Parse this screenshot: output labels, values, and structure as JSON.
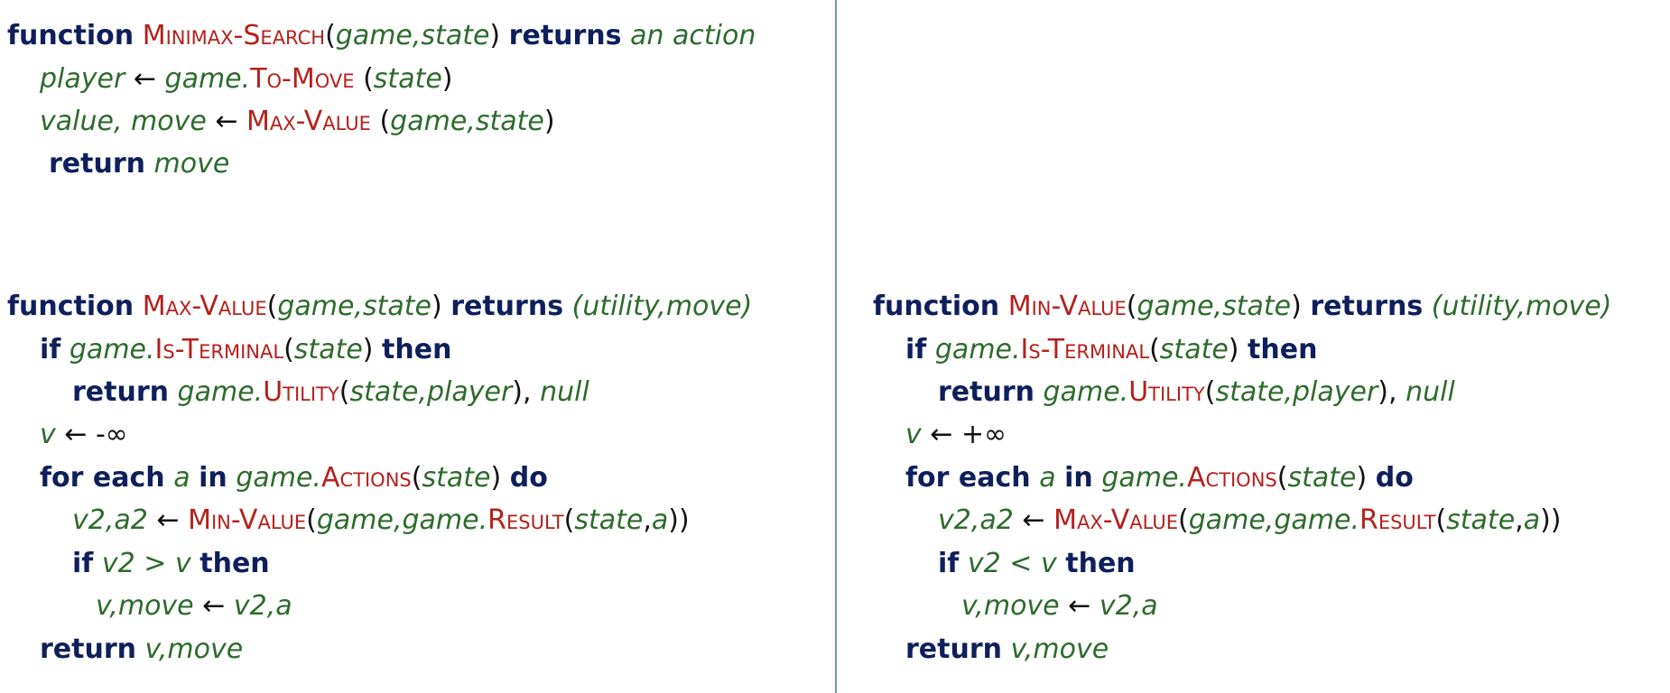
{
  "minimax_search": [
    [
      [
        "kw",
        "function"
      ],
      [
        "pl",
        " "
      ],
      [
        "fn",
        "Minimax-Search"
      ],
      [
        "pl",
        "("
      ],
      [
        "var",
        "game,state"
      ],
      [
        "pl",
        ") "
      ],
      [
        "kw",
        "returns"
      ],
      [
        "pl",
        " "
      ],
      [
        "var",
        "an action"
      ]
    ],
    [
      [
        "var",
        "player"
      ],
      [
        "pl",
        " ← "
      ],
      [
        "var",
        "game."
      ],
      [
        "fn",
        "To-Move"
      ],
      [
        "pl",
        " ("
      ],
      [
        "var",
        "state"
      ],
      [
        "pl",
        ")"
      ]
    ],
    [
      [
        "var",
        "value, move"
      ],
      [
        "pl",
        " ← "
      ],
      [
        "fn",
        "Max-Value"
      ],
      [
        "pl",
        " ("
      ],
      [
        "var",
        "game,state"
      ],
      [
        "pl",
        ")"
      ]
    ],
    [
      [
        "kw",
        "return"
      ],
      [
        "pl",
        " "
      ],
      [
        "var",
        "move"
      ]
    ]
  ],
  "max_value": [
    [
      [
        "kw",
        "function"
      ],
      [
        "pl",
        " "
      ],
      [
        "fn",
        "Max-Value"
      ],
      [
        "pl",
        "("
      ],
      [
        "var",
        "game,state"
      ],
      [
        "pl",
        ") "
      ],
      [
        "kw",
        "returns"
      ],
      [
        "pl",
        " "
      ],
      [
        "var",
        "(utility,move)"
      ]
    ],
    [
      [
        "kw",
        "if"
      ],
      [
        "pl",
        " "
      ],
      [
        "var",
        "game."
      ],
      [
        "fn",
        "Is-Terminal"
      ],
      [
        "pl",
        "("
      ],
      [
        "var",
        "state"
      ],
      [
        "pl",
        ") "
      ],
      [
        "kw",
        "then"
      ]
    ],
    [
      [
        "kw",
        "return"
      ],
      [
        "pl",
        " "
      ],
      [
        "var",
        "game."
      ],
      [
        "fn",
        "Utility"
      ],
      [
        "pl",
        "("
      ],
      [
        "var",
        "state,player"
      ],
      [
        "pl",
        "), "
      ],
      [
        "var",
        "null"
      ]
    ],
    [
      [
        "var",
        "v"
      ],
      [
        "pl",
        " ← -∞"
      ]
    ],
    [
      [
        "kw",
        "for each"
      ],
      [
        "pl",
        " "
      ],
      [
        "var",
        "a"
      ],
      [
        "pl",
        " "
      ],
      [
        "kw",
        "in"
      ],
      [
        "pl",
        " "
      ],
      [
        "var",
        "game."
      ],
      [
        "fn",
        "Actions"
      ],
      [
        "pl",
        "("
      ],
      [
        "var",
        "state"
      ],
      [
        "pl",
        ") "
      ],
      [
        "kw",
        "do"
      ]
    ],
    [
      [
        "var",
        "v2,a2"
      ],
      [
        "pl",
        " ← "
      ],
      [
        "fn",
        "Min-Value"
      ],
      [
        "pl",
        "("
      ],
      [
        "var",
        "game,game."
      ],
      [
        "fn",
        "Result"
      ],
      [
        "pl",
        "("
      ],
      [
        "var",
        "state"
      ],
      [
        "pl",
        ","
      ],
      [
        "var",
        "a"
      ],
      [
        "pl",
        "))"
      ]
    ],
    [
      [
        "kw",
        "if"
      ],
      [
        "pl",
        " "
      ],
      [
        "var",
        "v2 > v"
      ],
      [
        "pl",
        " "
      ],
      [
        "kw",
        "then"
      ]
    ],
    [
      [
        "var",
        "v,move"
      ],
      [
        "pl",
        " ← "
      ],
      [
        "var",
        "v2,a"
      ]
    ],
    [
      [
        "kw",
        "return"
      ],
      [
        "pl",
        " "
      ],
      [
        "var",
        "v,move"
      ]
    ]
  ],
  "min_value": [
    [
      [
        "kw",
        "function"
      ],
      [
        "pl",
        " "
      ],
      [
        "fn",
        "Min-Value"
      ],
      [
        "pl",
        "("
      ],
      [
        "var",
        "game,state"
      ],
      [
        "pl",
        ") "
      ],
      [
        "kw",
        "returns"
      ],
      [
        "pl",
        " "
      ],
      [
        "var",
        "(utility,move)"
      ]
    ],
    [
      [
        "kw",
        "if"
      ],
      [
        "pl",
        " "
      ],
      [
        "var",
        "game."
      ],
      [
        "fn",
        "Is-Terminal"
      ],
      [
        "pl",
        "("
      ],
      [
        "var",
        "state"
      ],
      [
        "pl",
        ") "
      ],
      [
        "kw",
        "then"
      ]
    ],
    [
      [
        "kw",
        "return"
      ],
      [
        "pl",
        " "
      ],
      [
        "var",
        "game."
      ],
      [
        "fn",
        "Utility"
      ],
      [
        "pl",
        "("
      ],
      [
        "var",
        "state,player"
      ],
      [
        "pl",
        "), "
      ],
      [
        "var",
        "null"
      ]
    ],
    [
      [
        "var",
        "v"
      ],
      [
        "pl",
        " ← +∞"
      ]
    ],
    [
      [
        "kw",
        "for each"
      ],
      [
        "pl",
        " "
      ],
      [
        "var",
        "a"
      ],
      [
        "pl",
        " "
      ],
      [
        "kw",
        "in"
      ],
      [
        "pl",
        " "
      ],
      [
        "var",
        "game."
      ],
      [
        "fn",
        "Actions"
      ],
      [
        "pl",
        "("
      ],
      [
        "var",
        "state"
      ],
      [
        "pl",
        ") "
      ],
      [
        "kw",
        "do"
      ]
    ],
    [
      [
        "var",
        "v2,a2"
      ],
      [
        "pl",
        " ← "
      ],
      [
        "fn",
        "Max-Value"
      ],
      [
        "pl",
        "("
      ],
      [
        "var",
        "game,game."
      ],
      [
        "fn",
        "Result"
      ],
      [
        "pl",
        "("
      ],
      [
        "var",
        "state"
      ],
      [
        "pl",
        ","
      ],
      [
        "var",
        "a"
      ],
      [
        "pl",
        "))"
      ]
    ],
    [
      [
        "kw",
        "if"
      ],
      [
        "pl",
        " "
      ],
      [
        "var",
        "v2 < v"
      ],
      [
        "pl",
        " "
      ],
      [
        "kw",
        "then"
      ]
    ],
    [
      [
        "var",
        "v,move"
      ],
      [
        "pl",
        " ← "
      ],
      [
        "var",
        "v2,a"
      ]
    ],
    [
      [
        "kw",
        "return"
      ],
      [
        "pl",
        " "
      ],
      [
        "var",
        "v,move"
      ]
    ]
  ],
  "colors": {
    "keyword": "#0f1f5c",
    "function_name": "#b5201b",
    "variable": "#2e6b2e",
    "divider": "#6f93c7"
  }
}
